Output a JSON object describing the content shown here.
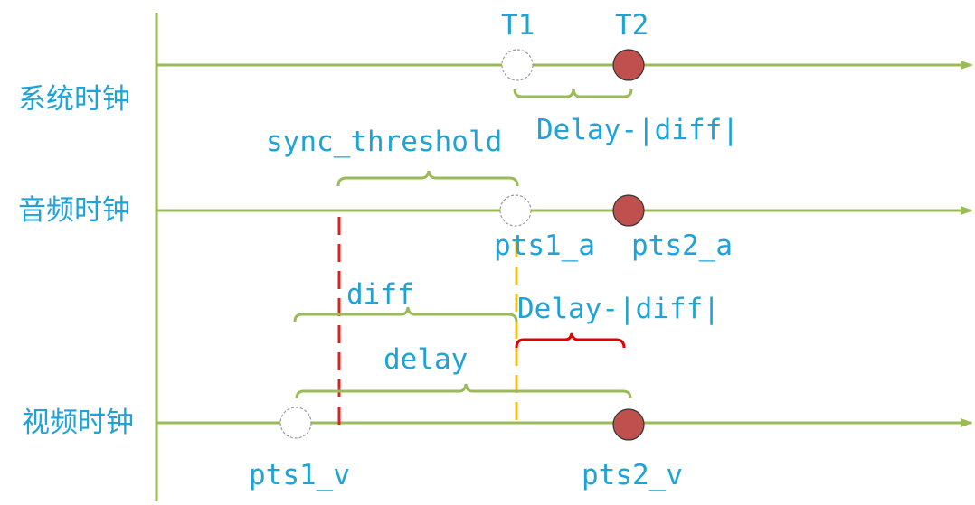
{
  "colors": {
    "line": "#9bbb59",
    "text": "#1fa3d6",
    "filled_marker": "#c0504d",
    "red_dash": "#e02020",
    "yellow_dash": "#f2c018",
    "red_brace": "#e00000"
  },
  "rows": {
    "system": {
      "label": "系统时钟"
    },
    "audio": {
      "label": "音频时钟"
    },
    "video": {
      "label": "视频时钟"
    }
  },
  "markers": {
    "t1": "T1",
    "t2": "T2",
    "pts1_a": "pts1_a",
    "pts2_a": "pts2_a",
    "pts1_v": "pts1_v",
    "pts2_v": "pts2_v"
  },
  "annotations": {
    "delay_minus_diff_top": "Delay-|diff|",
    "sync_threshold": "sync_threshold",
    "diff": "diff",
    "delay_minus_diff_mid": "Delay-|diff|",
    "delay": "delay"
  }
}
